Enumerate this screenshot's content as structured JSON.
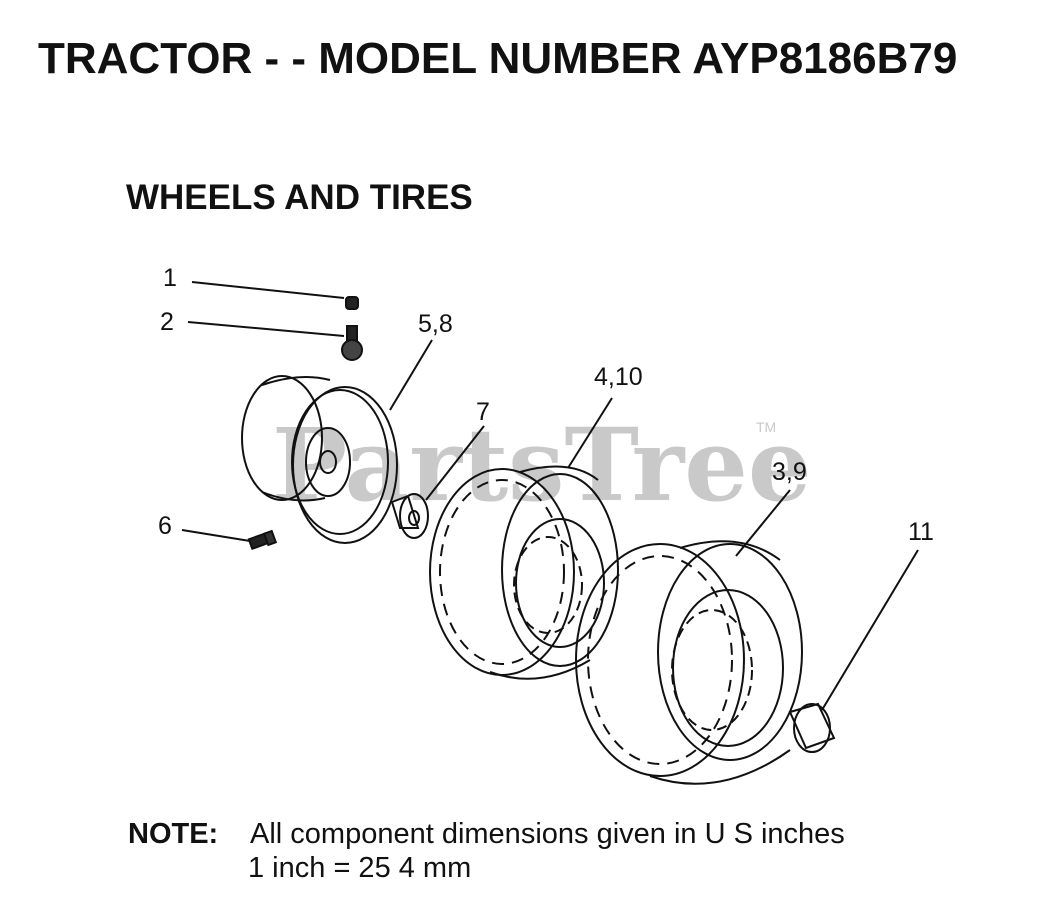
{
  "title": "TRACTOR - - MODEL NUMBER AYP8186B79",
  "section_title": "WHEELS AND TIRES",
  "watermark": "PartsTree",
  "watermark_tm": "TM",
  "callouts": [
    "1",
    "2",
    "5,8",
    "7",
    "4,10",
    "3,9",
    "6",
    "11"
  ],
  "note": {
    "label": "NOTE:",
    "line1": "All component dimensions given in U S  inches",
    "line2": "1 inch = 25 4 mm"
  }
}
